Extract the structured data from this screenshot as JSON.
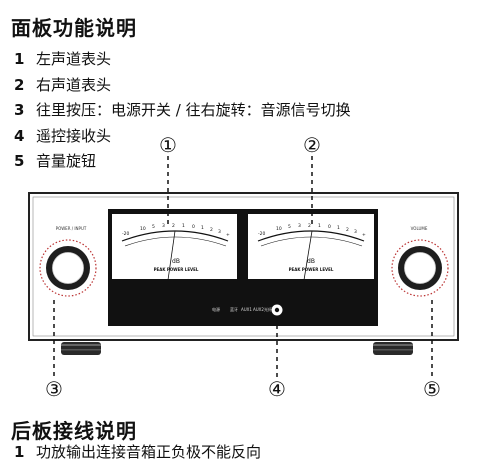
{
  "front_section": {
    "title": "面板功能说明",
    "items": [
      {
        "num": "1",
        "text": "左声道表头"
      },
      {
        "num": "2",
        "text": "右声道表头"
      },
      {
        "num": "3",
        "text": "往里按压：电源开关 / 往右旋转：音源信号切换"
      },
      {
        "num": "4",
        "text": "遥控接收头"
      },
      {
        "num": "5",
        "text": "音量旋钮"
      }
    ]
  },
  "callouts": [
    "①",
    "②",
    "③",
    "④",
    "⑤"
  ],
  "device": {
    "power_label": "POWER / INPUT",
    "volume_label": "VOLUME",
    "meter_scale": [
      "-20",
      "10",
      "5",
      "3",
      "2",
      "1",
      "0",
      "1",
      "2",
      "3",
      "+"
    ],
    "meter_unit": "dB",
    "meter_caption": "PEAK POWER LEVEL",
    "indicator_labels": [
      "电源",
      "蓝牙",
      "AUX1",
      "AUX2",
      "光纤"
    ]
  },
  "rear_section": {
    "title": "后板接线说明",
    "items": [
      {
        "num": "1",
        "text": "功放输出连接音箱正负极不能反向"
      }
    ]
  }
}
